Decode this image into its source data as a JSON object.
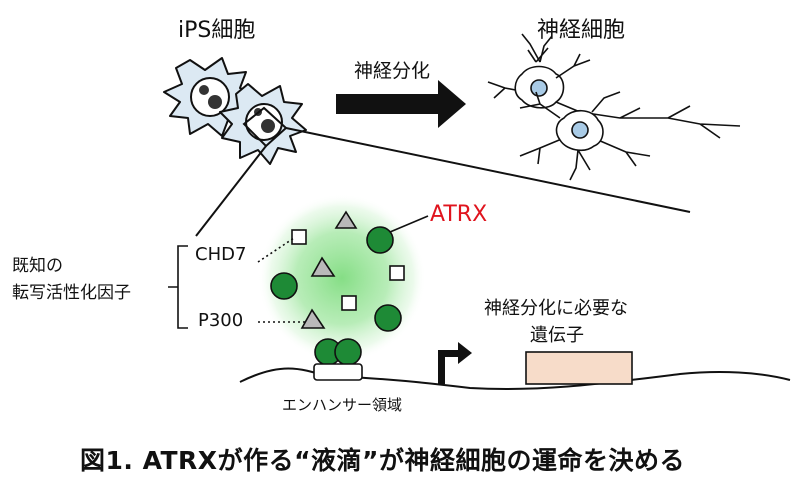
{
  "labels": {
    "ips_cell": "iPS細胞",
    "neuron": "神経細胞",
    "differentiation": "神経分化",
    "atrx": "ATRX",
    "chd7": "CHD7",
    "p300": "P300",
    "known_factors_line1": "既知の",
    "known_factors_line2": "転写活性化因子",
    "required_genes_line1": "神経分化に必要な",
    "required_genes_line2": "遺伝子",
    "enhancer": "エンハンサー領域"
  },
  "caption": "図1. ATRXが作る“液滴”が神経細胞の運命を決める",
  "colors": {
    "cell_fill": "#dce9f3",
    "neuron_nucleus": "#a9cbe6",
    "droplet_glow": "#7fdc7f",
    "protein_green": "#1e8a36",
    "protein_triangle": "#b9b9b9",
    "gene_box": "#f7dcc9",
    "atrx_label": "#e0141e"
  },
  "icons": [
    "ips-cell-icon",
    "neuron-icon",
    "arrow-right-icon",
    "droplet-icon",
    "promoter-arrow-icon",
    "gene-box-icon"
  ]
}
